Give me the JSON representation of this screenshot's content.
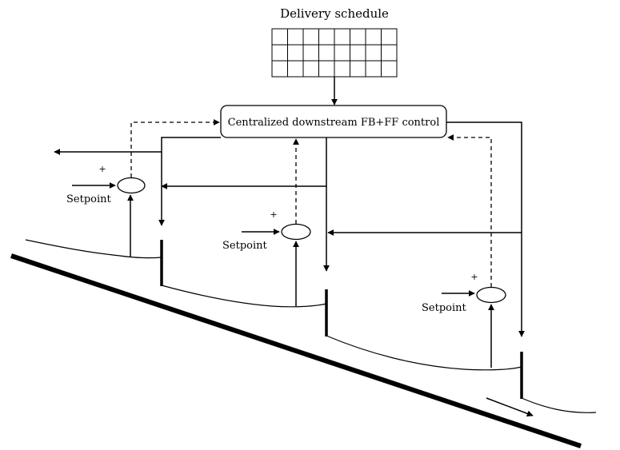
{
  "schedule_title": "Delivery schedule",
  "controller_label": "Centralized downstream FB+FF control",
  "setpoint_labels": [
    "Setpoint",
    "Setpoint",
    "Setpoint"
  ],
  "sign_labels": [
    "+",
    "+",
    "+"
  ]
}
